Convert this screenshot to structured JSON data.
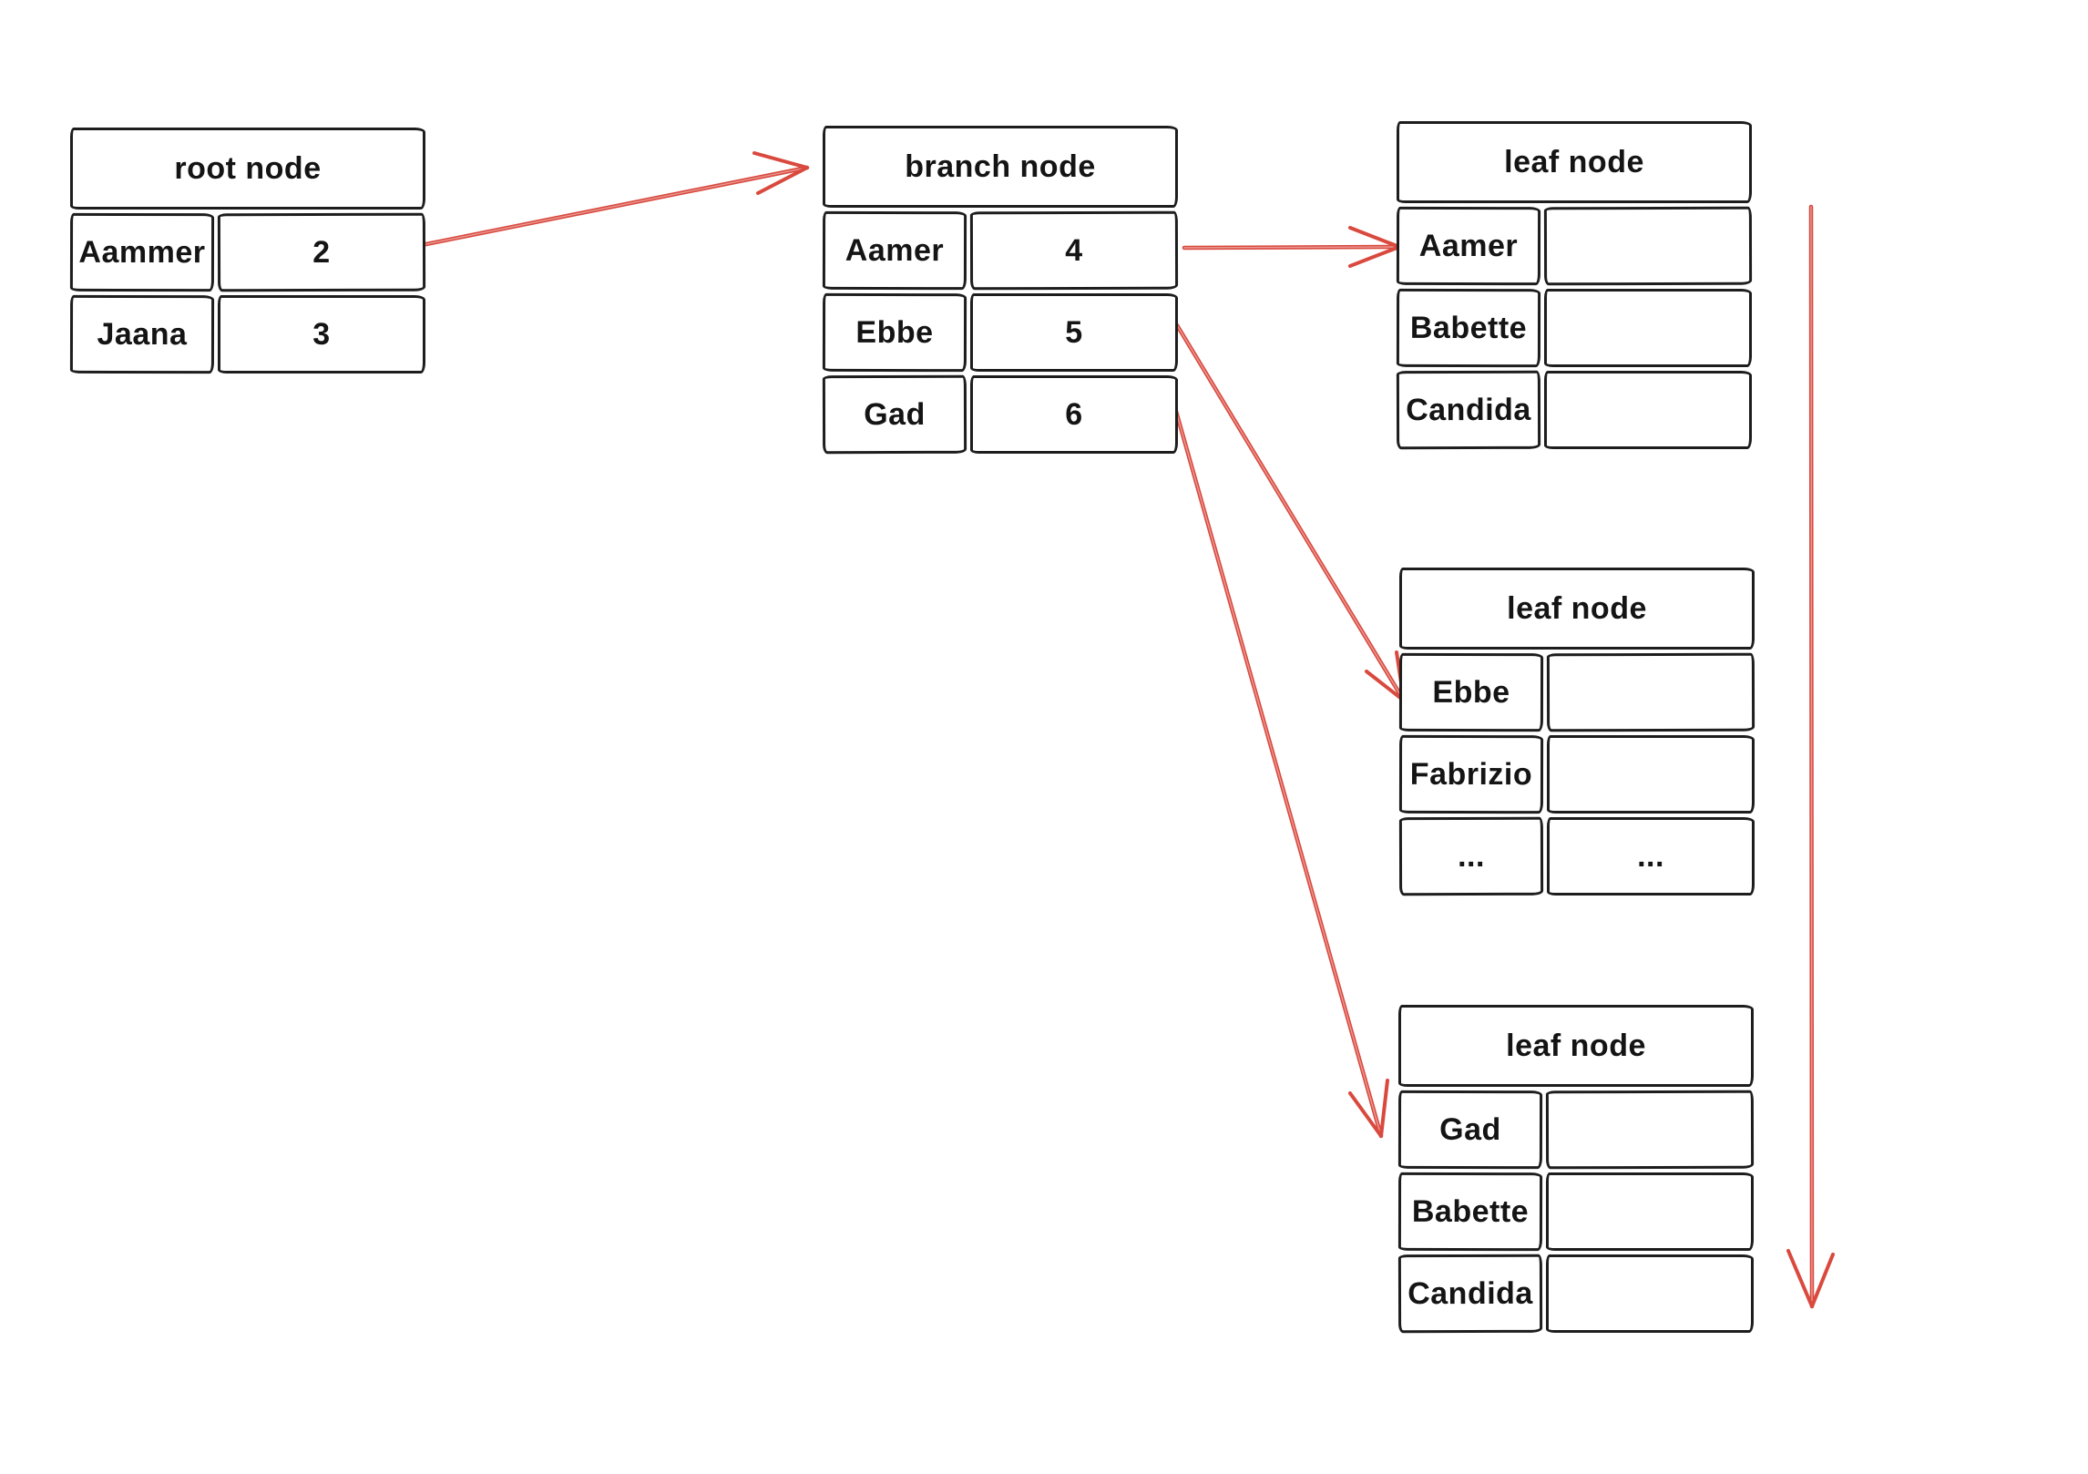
{
  "colors": {
    "paper": "#ffffff",
    "ink": "#1d1d1d",
    "accent": "#d9493e"
  },
  "nodes": {
    "root": {
      "title": "root node",
      "rows": [
        {
          "key": "Aammer",
          "value": "2"
        },
        {
          "key": "Jaana",
          "value": "3"
        }
      ]
    },
    "branch": {
      "title": "branch node",
      "rows": [
        {
          "key": "Aamer",
          "value": "4"
        },
        {
          "key": "Ebbe",
          "value": "5"
        },
        {
          "key": "Gad",
          "value": "6"
        }
      ]
    },
    "leaf_top": {
      "title": "leaf node",
      "rows": [
        {
          "key": "Aamer",
          "value": ""
        },
        {
          "key": "Babette",
          "value": ""
        },
        {
          "key": "Candida",
          "value": ""
        }
      ]
    },
    "leaf_middle": {
      "title": "leaf node",
      "rows": [
        {
          "key": "Ebbe",
          "value": ""
        },
        {
          "key": "Fabrizio",
          "value": ""
        },
        {
          "key": "...",
          "value": "..."
        }
      ]
    },
    "leaf_bottom": {
      "title": "leaf node",
      "rows": [
        {
          "key": "Gad",
          "value": ""
        },
        {
          "key": "Babette",
          "value": ""
        },
        {
          "key": "Candida",
          "value": ""
        }
      ]
    }
  },
  "arrows": {
    "root_to_branch": "arrow from root pointer 2 to branch node",
    "branch_to_leaf_top": "arrow from branch pointer 4 to top leaf node",
    "branch_to_leaf_middle": "arrow from branch pointer 5 to middle leaf node",
    "branch_to_leaf_bottom": "arrow from branch pointer 6 to bottom leaf node",
    "scan_direction": "vertical arrow along leaf nodes"
  }
}
